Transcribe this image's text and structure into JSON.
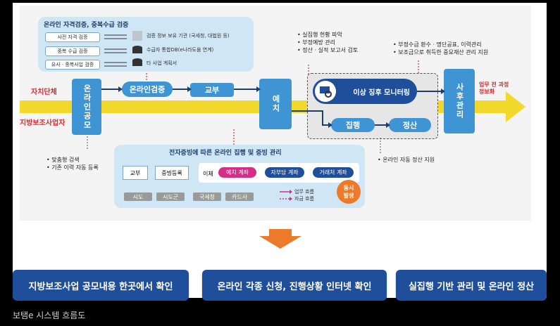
{
  "online_verification_panel": {
    "title": "온라인 자격검증, 중복수급 검증",
    "checks": [
      "사전 자격 검증",
      "중복 수급 검증",
      "유사 · 중복사업 검증"
    ],
    "sources": [
      "검증 정보 보유 기관 (국세청, 대법원 등)",
      "수급자 통합DB(e나라도움 연계)",
      "타 사업 계획서"
    ]
  },
  "left_labels": {
    "local_gov": "자치단체",
    "subsidy_operator": "지방보조사업자"
  },
  "nodes": {
    "online_notice": "온라인공모",
    "online_verification": "온라인검증",
    "grant": "교부",
    "deposit": "예치",
    "anomaly_monitoring": "이상 징후 모니터링",
    "execution": "집행",
    "settlement": "정산",
    "post_management": "사후관리"
  },
  "right_note": [
    "업무 전 과정",
    "정보화"
  ],
  "top_bullets_middle": [
    "실집행 현황 파악",
    "부정예방 관리",
    "정산 · 실적 보고서 검토"
  ],
  "top_bullets_right": [
    "부정수급 환수 · 명단공표, 이력관리",
    "보조금으로 취득한 중요재산 관리 지원"
  ],
  "bottom_left_bullets": [
    "맞춤형 검색",
    "기존 이력 자동 등록"
  ],
  "bottom_right_bullet": "온라인 자동 정산 지원",
  "evidence_panel": {
    "title": "전자증빙에 따른 온라인 집행 및 증빙 관리",
    "grant": "교부",
    "evidence_reg": "증빙등록",
    "transfer": "이체",
    "deposit_account": "예치 계좌",
    "self_account": "자부담 계좌",
    "vendor_account": "거래처 계좌",
    "simultaneous": [
      "동시",
      "발생"
    ],
    "legend_work": "업무 흐름",
    "legend_fund": "자금 흐름",
    "orgs": [
      "시도",
      "시도군",
      "국세청",
      "카드사"
    ]
  },
  "footer": [
    "지방보조사업 공모내용 한곳에서 확인",
    "온라인 각종 신청, 진행상황 인터넷 확인",
    "실집행 기반 관리 및 온라인 정산"
  ],
  "caption": "보탬e 시스템 흐름도",
  "colors": {
    "blue": "#3f95d3",
    "navy": "#1f4e9b",
    "yellow": "#f2d92b",
    "orange": "#ec7a2a",
    "magenta": "#d42e86",
    "red_label": "#e0292f"
  }
}
